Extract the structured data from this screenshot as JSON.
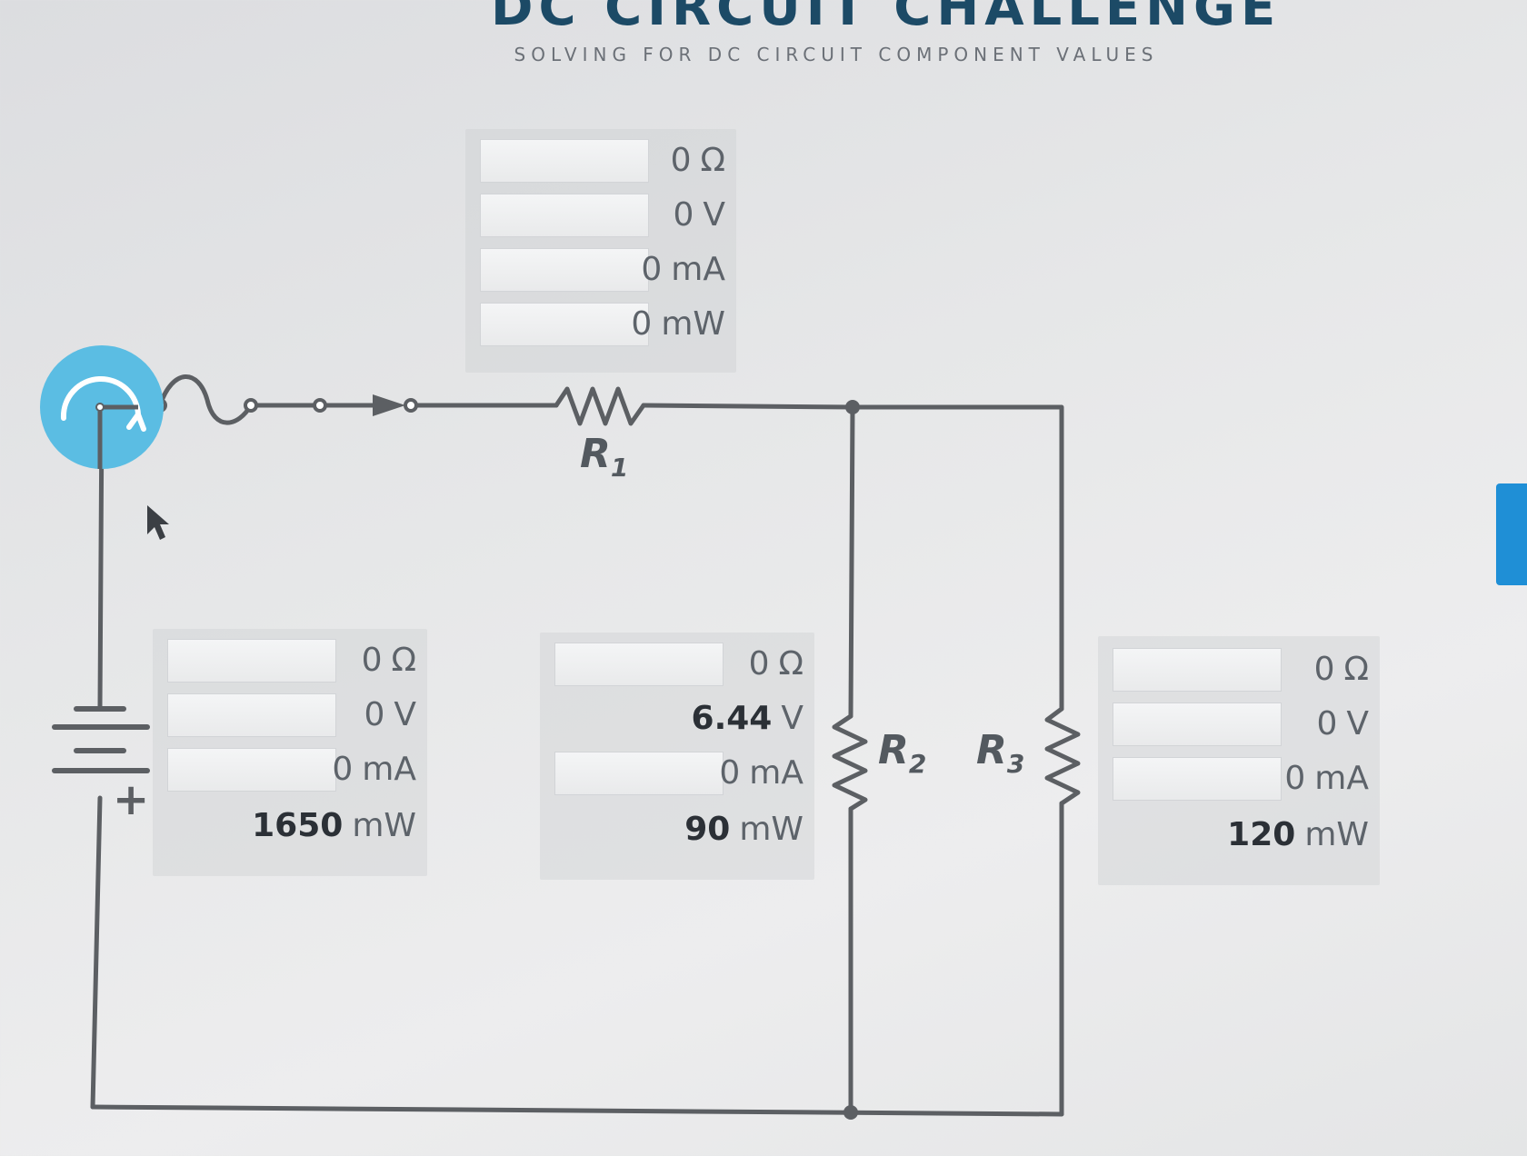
{
  "header": {
    "title": "DC CIRCUIT CHALLENGE",
    "subtitle": "SOLVING FOR DC CIRCUIT COMPONENT VALUES"
  },
  "circuit": {
    "r1_label": "R",
    "r1_sub": "1",
    "r2_label": "R",
    "r2_sub": "2",
    "r3_label": "R",
    "r3_sub": "3",
    "battery_plus": "+"
  },
  "panels": {
    "r1": {
      "ohm_value": "0",
      "ohm_unit": "Ω",
      "volt_value": "0",
      "volt_unit": "V",
      "current_value": "0",
      "current_unit": "mA",
      "power_value": "0",
      "power_unit": "mW"
    },
    "source": {
      "ohm_value": "0",
      "ohm_unit": "Ω",
      "volt_value": "0",
      "volt_unit": "V",
      "current_value": "0",
      "current_unit": "mA",
      "power_value": "1650",
      "power_unit": "mW"
    },
    "r2": {
      "ohm_value": "0",
      "ohm_unit": "Ω",
      "volt_value": "6.44",
      "volt_unit": "V",
      "current_value": "0",
      "current_unit": "mA",
      "power_value": "90",
      "power_unit": "mW"
    },
    "r3": {
      "ohm_value": "0",
      "ohm_unit": "Ω",
      "volt_value": "0",
      "volt_unit": "V",
      "current_value": "0",
      "current_unit": "mA",
      "power_value": "120",
      "power_unit": "mW"
    }
  },
  "colors": {
    "wire": "#5c5f63",
    "power_button": "#5bbde3",
    "side_button": "#1f8fd6"
  },
  "icons": {
    "power": "power-toggle-icon",
    "cursor": "mouse-pointer-icon"
  }
}
